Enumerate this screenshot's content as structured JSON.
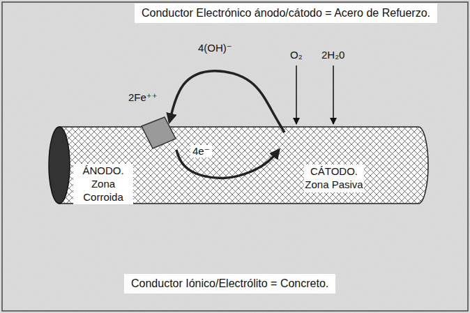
{
  "diagram": {
    "nodes": [
      {
        "text": [
          "Conductor Electrónico ánodo/cátodo = Acero de Refuerzo."
        ]
      },
      {
        "text": [
          "Conductor Iónico/Electrólito = Concreto."
        ]
      },
      {
        "text": [
          "ÁNODO. Zona Corroida"
        ]
      },
      {
        "text": [
          "CÁTODO. Zona Pasiva"
        ]
      }
    ],
    "edges": [
      {
        "from": 3,
        "to": 2,
        "arrow": "to",
        "label": "4(OH)⁻"
      },
      {
        "from": 2,
        "to": 3,
        "arrow": "to",
        "label": "4e⁻"
      }
    ],
    "labels": [
      "2Fe⁺⁺",
      "O₂",
      "2H₂0"
    ]
  }
}
